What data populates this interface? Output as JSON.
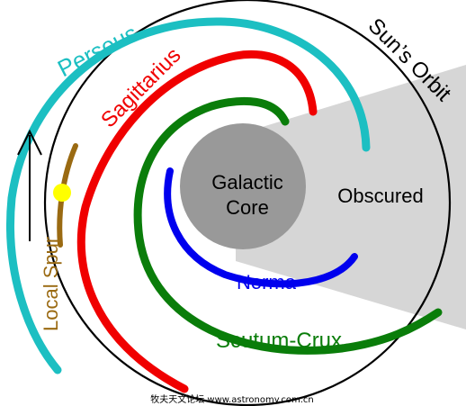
{
  "diagram": {
    "labels": {
      "perseus": "Perseus",
      "sagittarius": "Sagittarius",
      "suns_orbit": "Sun’s Orbit",
      "galactic_core_line1": "Galactic",
      "galactic_core_line2": "Core",
      "obscured": "Obscured",
      "local_spur": "Local Spur",
      "norma": "Norma",
      "scutum_crux": "Scutum-Crux"
    },
    "credit": "牧夫天文论坛 www.astronomy.com.cn",
    "colors": {
      "perseus": "#1cbfc2",
      "sagittarius": "#f00000",
      "scutum_crux": "#0a7d0a",
      "norma": "#0000ee",
      "local_spur": "#9a6a12",
      "sun": "#ffff00",
      "core": "#999999",
      "obscured_region": "#d6d6d6",
      "orbit": "#000000"
    },
    "icons": [
      "direction-arrow-icon",
      "sun-marker-icon"
    ]
  }
}
